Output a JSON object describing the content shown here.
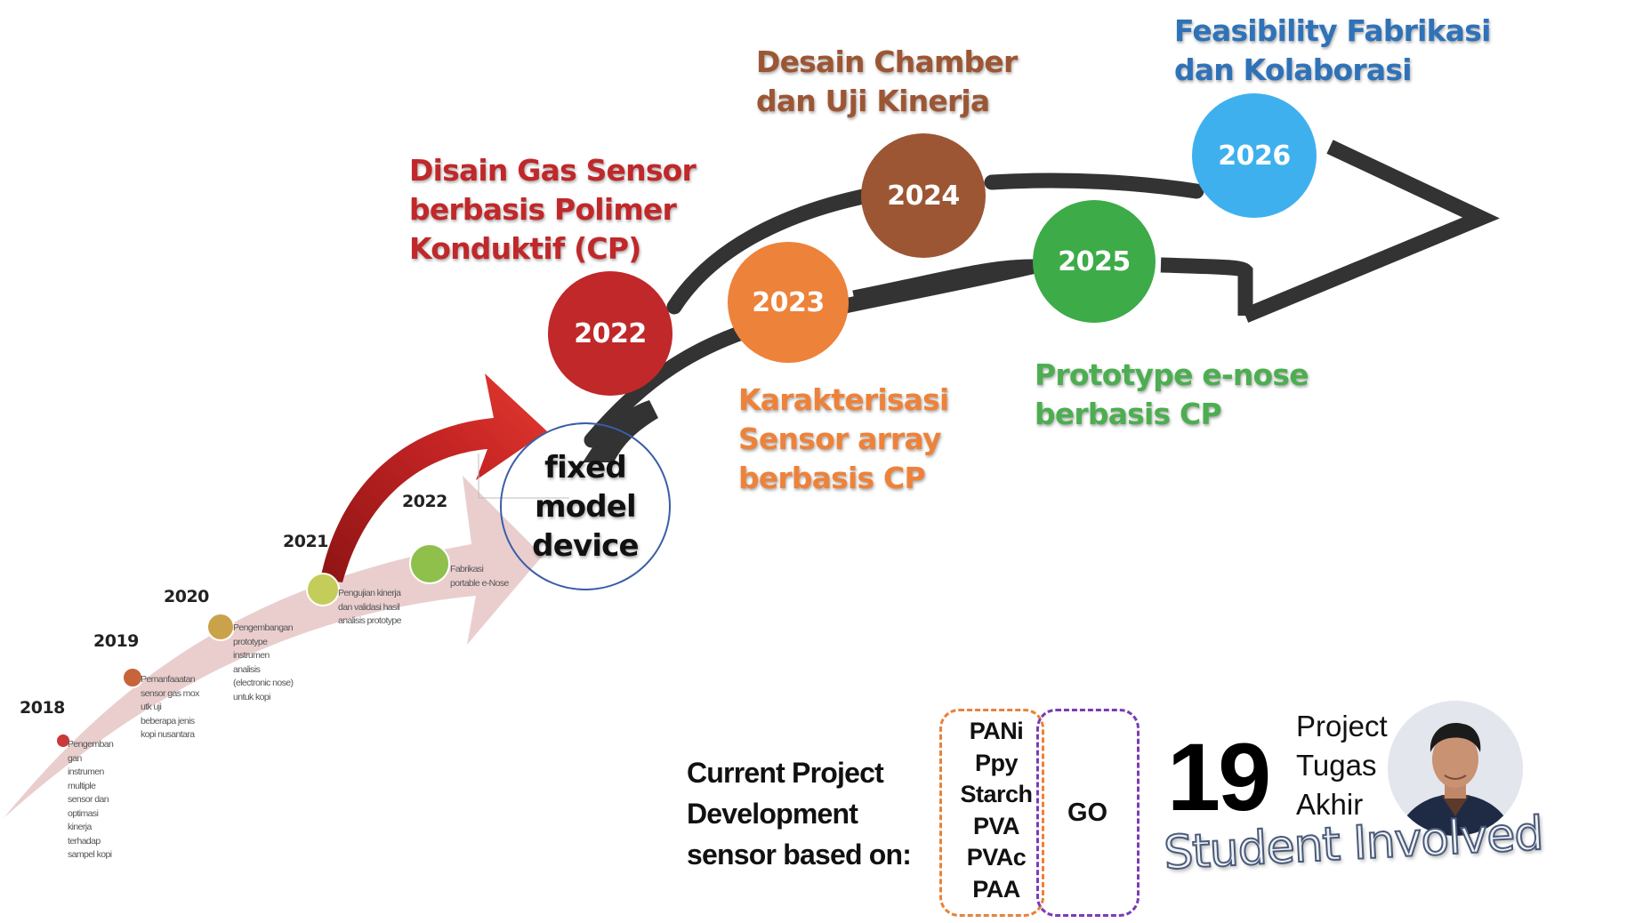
{
  "roadmap": {
    "milestones": [
      {
        "year": "2022",
        "title": [
          "Disain Gas Sensor",
          "berbasis Polimer",
          "Konduktif (CP)"
        ],
        "color": "#c0282a",
        "text_color": "#c0282a"
      },
      {
        "year": "2023",
        "title": [
          "Karakterisasi",
          "Sensor array",
          "berbasis CP"
        ],
        "color": "#ed823a",
        "text_color": "#ed823a"
      },
      {
        "year": "2024",
        "title": [
          "Desain Chamber",
          "dan Uji Kinerja"
        ],
        "color": "#9c5634",
        "text_color": "#9c5634"
      },
      {
        "year": "2025",
        "title": [
          "Prototype e-nose",
          "berbasis CP"
        ],
        "color": "#3cab48",
        "text_color": "#4cae50"
      },
      {
        "year": "2026",
        "title": [
          "Feasibility Fabrikasi",
          "dan Kolaborasi"
        ],
        "color": "#3fb0ee",
        "text_color": "#2f72b8"
      }
    ],
    "track_color": "#333333",
    "fixed_model": [
      "fixed",
      "model",
      "device"
    ]
  },
  "history": {
    "arrow_color": "#e8c9c9",
    "jump_arrow_color": "#d62a26",
    "items": [
      {
        "year": "2018",
        "dot_color": "#c9393a",
        "desc": [
          "Pengemban",
          "gan",
          "instrumen",
          "multiple",
          "sensor dan",
          "optimasi",
          "kinerja",
          "terhadap",
          "sampel kopi"
        ]
      },
      {
        "year": "2019",
        "dot_color": "#c8643b",
        "desc": [
          "Pemanfaaatan",
          "sensor gas mox",
          "utk uji",
          "beberapa jenis",
          "kopi nusantara"
        ]
      },
      {
        "year": "2020",
        "dot_color": "#c9a24a",
        "desc": [
          "Pengembangan",
          "prototype",
          "instrumen",
          "analisis",
          "(electronic nose)",
          "untuk kopi"
        ]
      },
      {
        "year": "2021",
        "dot_color": "#c4cc5a",
        "desc": [
          "Pengujian kinerja",
          "dan validasi hasil",
          "analisis prototype"
        ]
      },
      {
        "year": "2022",
        "dot_color": "#8fc04c",
        "desc": [
          "Fabrikasi",
          "portable e-Nose"
        ]
      }
    ]
  },
  "current": {
    "label": [
      "Current Project",
      "Development",
      "sensor based on:"
    ],
    "materials": [
      "PANi",
      "Ppy",
      "Starch",
      "PVA",
      "PVAc",
      "PAA"
    ],
    "combined_with": "GO",
    "orange_box_color": "#e8823a",
    "purple_box_color": "#7b3bb5"
  },
  "students": {
    "count": "19",
    "project_label": [
      "Project",
      "Tugas",
      "Akhir"
    ],
    "caption": "Student Involved",
    "avatar": "student-photo"
  }
}
